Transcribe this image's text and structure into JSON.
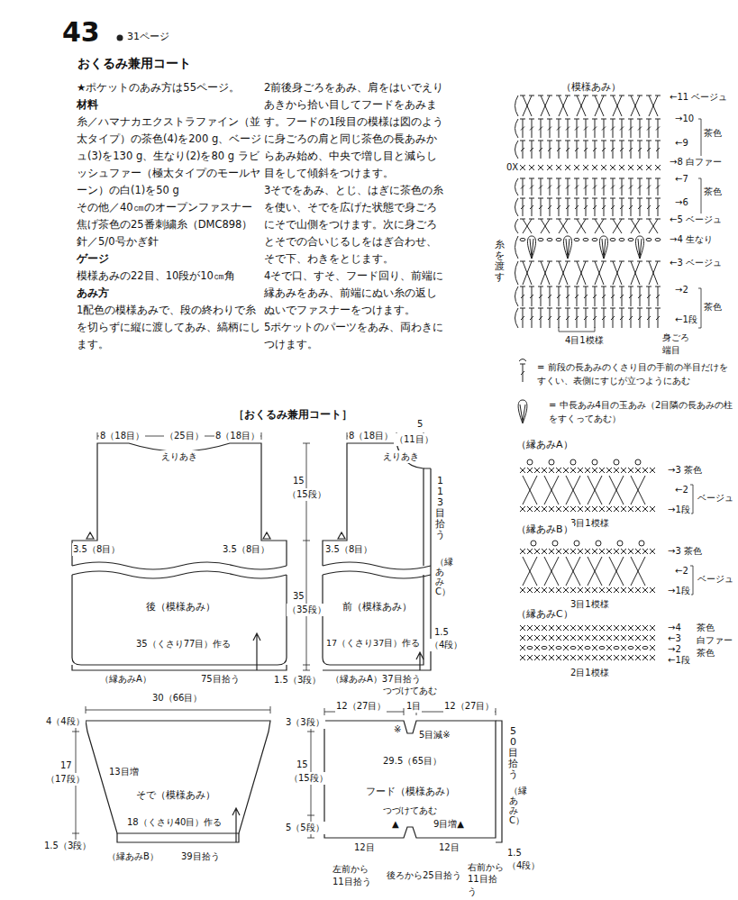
{
  "diagram": {
    "title": "おくるみ兼用コート",
    "nodes": [
      {
        "text": [
          "後（模様あみ）"
        ]
      },
      {
        "text": [
          "前（模様あみ）"
        ]
      },
      {
        "text": [
          "そで（模様あみ）"
        ]
      },
      {
        "text": [
          "フード（模様あみ）"
        ]
      }
    ],
    "labels": [
      "43",
      "31ページ",
      "★ポケットのあみ方は55ページ。",
      "材料",
      "糸／ハマナカエクストラファイン（並太タイプ）の茶色(4)を200 g、ベージュ(3)を130 g、生なり(2)を80 g ラビッシュファー（極太タイプのモールヤーン）の白(1)を50 g",
      "その他／40㎝のオープンファスナー 焦げ茶色の25番刺繍糸（DMC898）",
      "針／5/0号かぎ針",
      "ゲージ",
      "模様あみの22目、10段が10㎝角",
      "あみ方",
      "1配色の模様あみで、段の終わりで糸を切らずに縦に渡してあみ、縞柄にします。",
      "2前後身ごろをあみ、肩をはいでえりあきから拾い目してフードをあみます。フードの1段目の模様は図のように身ごろの肩と同じ茶色の長あみからあみ始め、中央で増し目と減らし目をして傾斜をつけます。",
      "3そでをあみ、とじ、はぎに茶色の糸を使い、そでを広げた状態で身ごろにそで山側をつけます。次に身ごろとそでの合いじるしをはぎ合わせ、そで下、わきをとじます。",
      "4そで口、すそ、フード回り、前端に縁あみをあみ、前端にぬい糸の返しぬいでファスナーをつけます。",
      "5ポケットのパーツをあみ、両わきにつけます。",
      "（模様あみ）",
      "←11 ベージュ",
      "→10",
      "茶色",
      "←9",
      "→8 白ファー",
      "←7",
      "茶色",
      "→6",
      "←5 ベージュ",
      "→4 生なり",
      "←3 ベージュ",
      "→2",
      "茶色",
      "←1段",
      "0X",
      "糸を渡す",
      "4目1模様",
      "身ごろ 端目",
      "（縁あみA）",
      "→3 茶色",
      "←2",
      "ベージュ",
      "→1段",
      "3目1模様",
      "（縁あみB）",
      "→3 茶色",
      "←2",
      "ベージュ",
      "→1段",
      "3目1模様",
      "（縁あみC）",
      "→4",
      "←3",
      "→2",
      "←1段",
      "茶色",
      "白ファー",
      "茶色",
      "2目1模様",
      "［おくるみ兼用コート］",
      "8（18目）",
      "（25目）",
      "8（18目）",
      "えりあき",
      "15",
      "（15段）",
      "35",
      "（35段）",
      "3.5（8目）",
      "3.5（8目）",
      "35（くさり77目）作る",
      "（縁あみA）",
      "75目拾う",
      "8（18目）",
      "5",
      "（11目）",
      "えりあき",
      "113目拾う",
      "（縁あみC）",
      "1.5",
      "（4段）",
      "3.5（8目）",
      "17（くさり37目）作る",
      "1.5（3段）",
      "（縁あみA）37目拾う",
      "30（66目）",
      "4（4段）",
      "17",
      "（17段）",
      "13目増",
      "18（くさり40目）作る",
      "1.5（3段）",
      "（縁あみB）",
      "39目拾う",
      "つづけてあむ",
      "12（27目）",
      "1目",
      "12（27目）",
      "3（3段）",
      "※",
      "5目減※",
      "15",
      "（15段）",
      "29.5（65目）",
      "50目拾う",
      "（縁あみC）",
      "1.5",
      "（4段）",
      "5（5段）",
      "つづけてあむ",
      "▲",
      "9目増▲",
      "12目",
      "12目",
      "左前から 11目拾う",
      "後ろから25目拾う",
      "右前から 11目拾う"
    ],
    "legend": [
      {
        "text": "= 前段の長あみのくさり目の手前の半目だけをすくい、表側にすじが立つようにあむ"
      },
      {
        "text": "= 中長あみ4目の玉あみ（2目隣の長あみの柱をすくってあむ）"
      }
    ]
  }
}
